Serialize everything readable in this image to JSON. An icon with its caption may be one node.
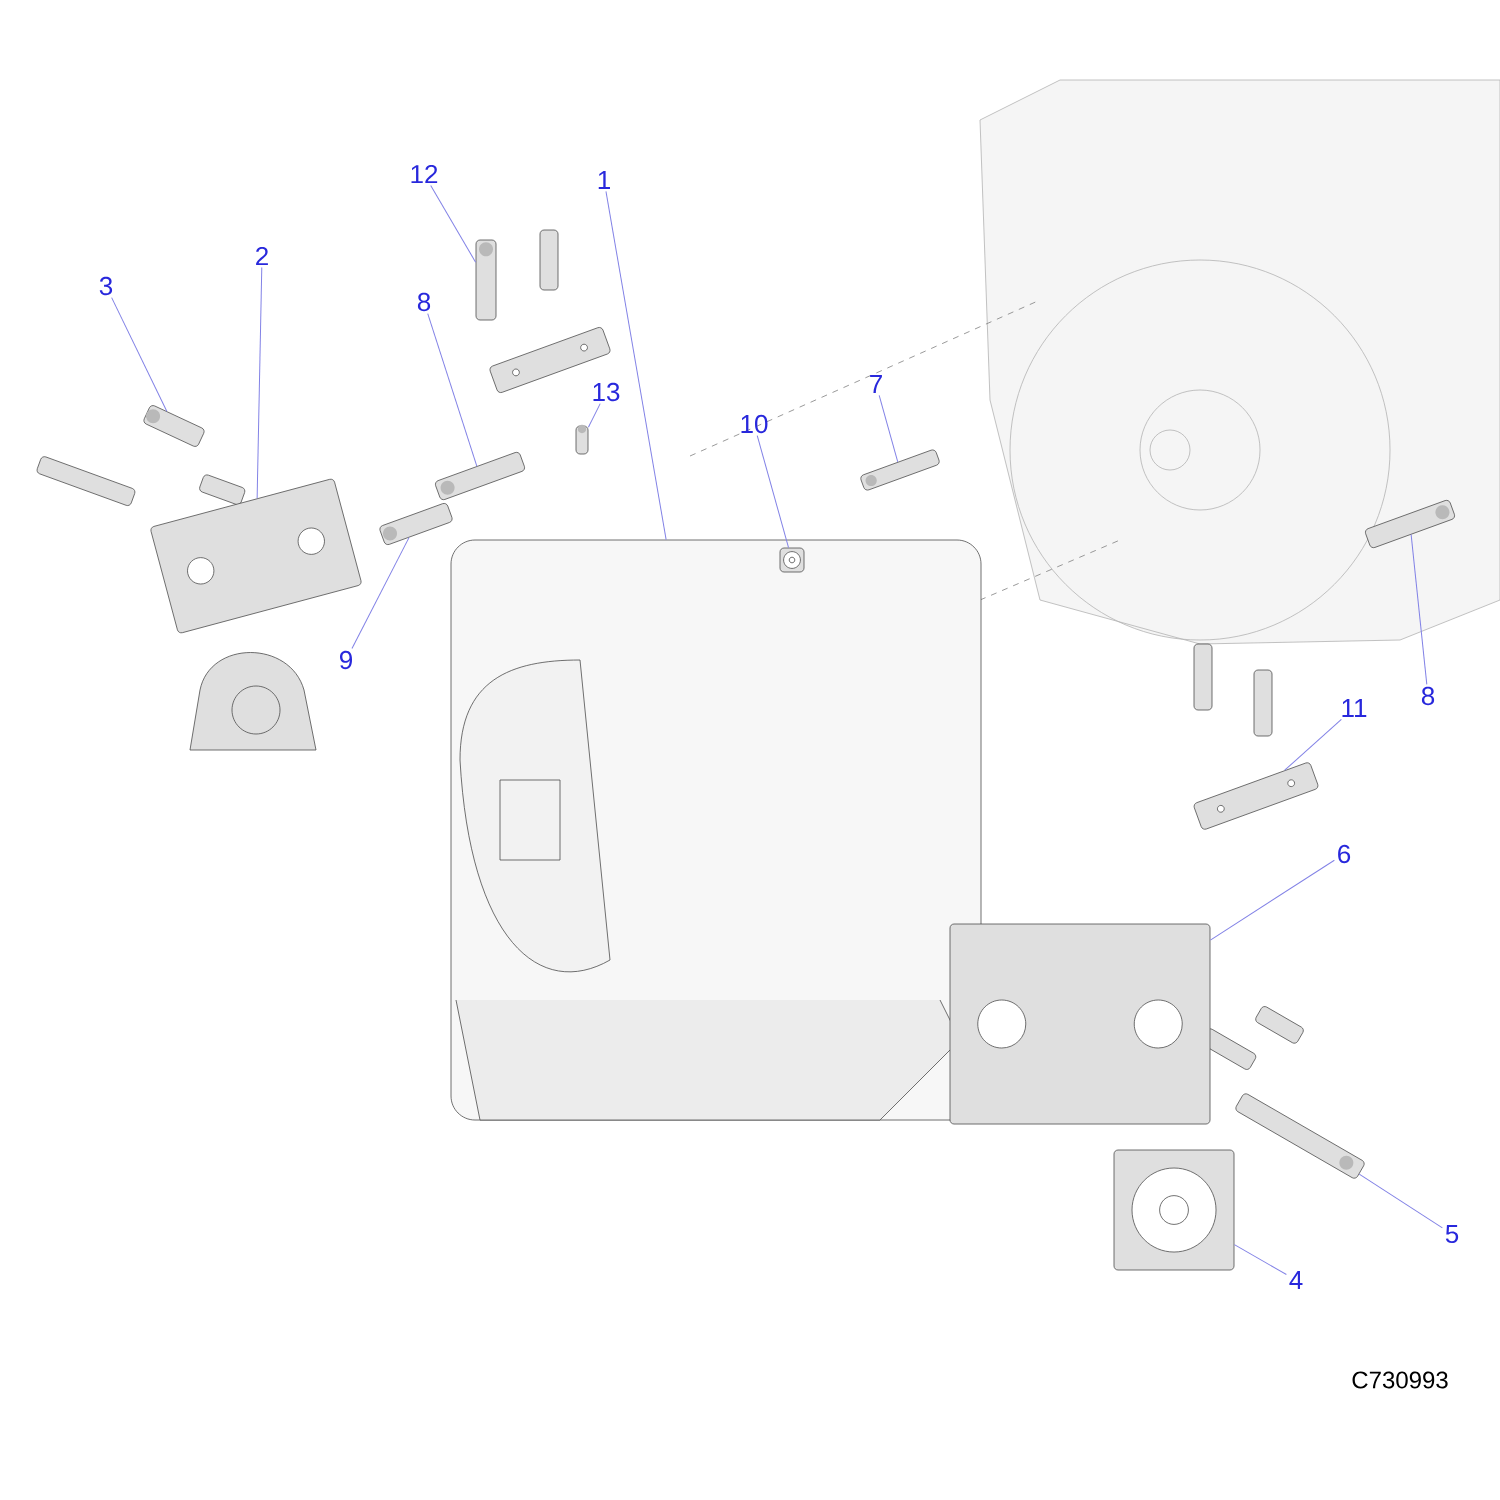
{
  "diagram": {
    "nodes": [
      {
        "text": [
          "12"
        ]
      },
      {
        "text": [
          "1"
        ]
      },
      {
        "text": [
          "2"
        ]
      },
      {
        "text": [
          "3"
        ]
      },
      {
        "text": [
          "8"
        ]
      },
      {
        "text": [
          "7"
        ]
      },
      {
        "text": [
          "13"
        ]
      },
      {
        "text": [
          "10"
        ]
      },
      {
        "text": [
          "9"
        ]
      },
      {
        "text": [
          "8"
        ]
      },
      {
        "text": [
          "11"
        ]
      },
      {
        "text": [
          "6"
        ]
      },
      {
        "text": [
          "5"
        ]
      },
      {
        "text": [
          "4"
        ]
      },
      {
        "text": [],
        "shape": "picture"
      },
      {
        "text": [],
        "shape": "picture"
      },
      {
        "text": [],
        "shape": "picture"
      },
      {
        "text": [],
        "shape": "picture"
      },
      {
        "text": [],
        "shape": "picture"
      },
      {
        "text": [],
        "shape": "picture"
      },
      {
        "text": [],
        "shape": "picture"
      },
      {
        "text": [],
        "shape": "picture"
      },
      {
        "text": [],
        "shape": "picture",
        "in": 21
      },
      {
        "text": [],
        "shape": "picture"
      },
      {
        "text": [],
        "shape": "picture"
      },
      {
        "text": [],
        "shape": "picture"
      },
      {
        "text": [],
        "shape": "picture"
      },
      {
        "text": [],
        "shape": "picture"
      },
      {
        "text": [],
        "shape": "picture"
      }
    ],
    "edges": [
      {
        "from": 0,
        "to": 18,
        "arrow": "none"
      },
      {
        "from": 1,
        "to": 21,
        "arrow": "none"
      },
      {
        "from": 2,
        "to": 15,
        "arrow": "none"
      },
      {
        "from": 3,
        "to": 14,
        "arrow": "none"
      },
      {
        "from": 4,
        "to": 17,
        "arrow": "none"
      },
      {
        "from": 5,
        "to": 23,
        "arrow": "none"
      },
      {
        "from": 6,
        "to": 20,
        "arrow": "none"
      },
      {
        "from": 7,
        "to": 22,
        "arrow": "none"
      },
      {
        "from": 8,
        "to": 16,
        "arrow": "none"
      },
      {
        "from": 9,
        "to": 28,
        "arrow": "none"
      },
      {
        "from": 10,
        "to": 26,
        "arrow": "none"
      },
      {
        "from": 11,
        "to": 24,
        "arrow": "none"
      },
      {
        "from": 12,
        "to": 27,
        "arrow": "none"
      },
      {
        "from": 13,
        "to": 25,
        "arrow": "none"
      }
    ],
    "labels": [
      "C730993"
    ]
  }
}
